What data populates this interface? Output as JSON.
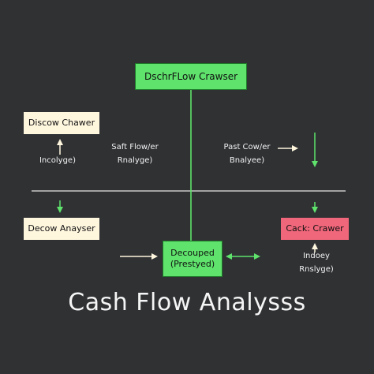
{
  "diagram": {
    "title": "Cash Flow Analysss",
    "nodes": {
      "top": "DschrFLow Crawser",
      "left_upper": "Discow Chawer",
      "left_lower": "Decow Anayser",
      "center_line1": "Decouped",
      "center_line2": "(Prestyed)",
      "right": "Cack: Crawer"
    },
    "labels": {
      "left": "Incolyge)",
      "saft_line1": "Saft Flow/er",
      "saft_line2": "Rnalyge)",
      "past_line1": "Past Cow/er",
      "past_line2": "Bnalyee)",
      "right_line1": "Indoey",
      "right_line2": "Rnslyge)"
    },
    "colors": {
      "background": "#2f3133",
      "green_box": "#5fe36c",
      "cream_box": "#fff6de",
      "pink_box": "#f0667a",
      "line": "#5fe36c",
      "arrow_light": "#fff6de",
      "divider": "#e6e6e6"
    }
  }
}
